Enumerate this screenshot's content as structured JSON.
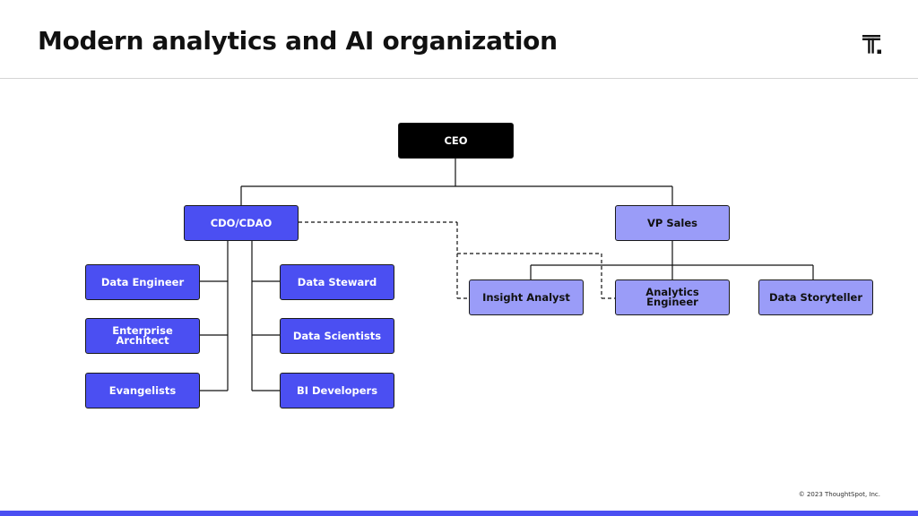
{
  "header": {
    "title": "Modern analytics and AI organization"
  },
  "org_chart": {
    "ceo": "CEO",
    "cdo": "CDO/CDAO",
    "vp_sales": "VP Sales",
    "cdo_left_reports": [
      "Data Engineer",
      "Enterprise Architect",
      "Evangelists"
    ],
    "cdo_right_reports": [
      "Data Steward",
      "Data Scientists",
      "BI Developers"
    ],
    "sales_reports": [
      "Insight Analyst",
      "Analytics Engineer",
      "Data Storyteller"
    ]
  },
  "footer": {
    "copyright": "© 2023 ThoughtSpot, Inc."
  },
  "colors": {
    "primary_blue": "#4b4ff2",
    "light_lavender": "#9a9cf8",
    "ceo_black": "#000000"
  },
  "icons": {
    "logo": "thoughtspot-logo-icon"
  }
}
